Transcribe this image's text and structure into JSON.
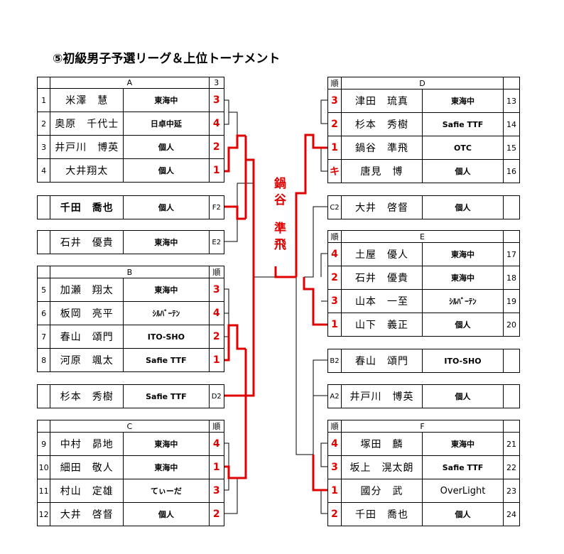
{
  "title": "⑤初級男子予選リーグ＆上位トーナメント",
  "champion": {
    "line1": "鍋 谷",
    "line2": "準 飛"
  },
  "groups": {
    "A": {
      "label": "A",
      "rank_header": "3",
      "rows": [
        {
          "no": "1",
          "name": "米澤　慧",
          "club": "東海中",
          "rank": "3"
        },
        {
          "no": "2",
          "name": "奥原　千代士",
          "club": "日卓中延",
          "rank": "4"
        },
        {
          "no": "3",
          "name": "井戸川　博英",
          "club": "個人",
          "rank": "2"
        },
        {
          "no": "4",
          "name": "大井翔太",
          "club": "個人",
          "rank": "1"
        }
      ]
    },
    "B": {
      "label": "B",
      "rank_header": "順",
      "rows": [
        {
          "no": "5",
          "name": "加瀬　翔太",
          "club": "東海中",
          "rank": "3"
        },
        {
          "no": "6",
          "name": "板岡　亮平",
          "club": "ｼﾙﾊﾞｰﾃﾝ",
          "rank": "4"
        },
        {
          "no": "7",
          "name": "春山　頌門",
          "club": "ITO-SHO",
          "rank": "2"
        },
        {
          "no": "8",
          "name": "河原　颯太",
          "club": "Safie TTF",
          "rank": "1"
        }
      ]
    },
    "C": {
      "label": "C",
      "rank_header": "順",
      "rows": [
        {
          "no": "9",
          "name": "中村　昴地",
          "club": "東海中",
          "rank": "4"
        },
        {
          "no": "10",
          "name": "細田　敬人",
          "club": "東海中",
          "rank": "1"
        },
        {
          "no": "11",
          "name": "村山　定雄",
          "club": "てぃーだ",
          "rank": "3"
        },
        {
          "no": "12",
          "name": "大井　啓督",
          "club": "個人",
          "rank": "2"
        }
      ]
    },
    "D": {
      "label": "D",
      "rank_header": "順",
      "rows": [
        {
          "no": "13",
          "name": "津田　琉真",
          "club": "東海中",
          "rank": "3"
        },
        {
          "no": "14",
          "name": "杉本　秀樹",
          "club": "Safie TTF",
          "rank": "2"
        },
        {
          "no": "15",
          "name": "鍋谷　準飛",
          "club": "OTC",
          "rank": "1"
        },
        {
          "no": "16",
          "name": "唐見　博",
          "club": "個人",
          "rank": "キ"
        }
      ]
    },
    "E": {
      "label": "E",
      "rank_header": "順",
      "rows": [
        {
          "no": "17",
          "name": "土屋　優人",
          "club": "東海中",
          "rank": "4"
        },
        {
          "no": "18",
          "name": "石井　優貴",
          "club": "東海中",
          "rank": "2"
        },
        {
          "no": "19",
          "name": "山本　一至",
          "club": "ｼﾙﾊﾞｰﾃﾝ",
          "rank": "3"
        },
        {
          "no": "20",
          "name": "山下　義正",
          "club": "個人",
          "rank": "1"
        }
      ]
    },
    "F": {
      "label": "F",
      "rank_header": "順",
      "rows": [
        {
          "no": "21",
          "name": "塚田　麟",
          "club": "東海中",
          "rank": "4"
        },
        {
          "no": "22",
          "name": "坂上　滉太朗",
          "club": "Safie TTF",
          "rank": "3"
        },
        {
          "no": "23",
          "name": "國分　武",
          "club": "OverLight",
          "rank": "1"
        },
        {
          "no": "24",
          "name": "千田　喬也",
          "club": "個人",
          "rank": "2"
        }
      ]
    }
  },
  "seeds": {
    "F2": {
      "name": "千田　喬也",
      "club": "個人",
      "seed": "F2"
    },
    "E2": {
      "name": "石井　優貴",
      "club": "東海中",
      "seed": "E2"
    },
    "D2": {
      "name": "杉本　秀樹",
      "club": "Safie TTF",
      "seed": "D2"
    },
    "C2": {
      "name": "大井　啓督",
      "club": "個人",
      "seed": "C2"
    },
    "B2": {
      "name": "春山　頌門",
      "club": "ITO-SHO",
      "seed": "B2"
    },
    "A2": {
      "name": "井戸川　博英",
      "club": "個人",
      "seed": "A2"
    }
  },
  "colors": {
    "advance_line": "#e00000",
    "line": "#000000",
    "rank_text": "#e00000"
  }
}
